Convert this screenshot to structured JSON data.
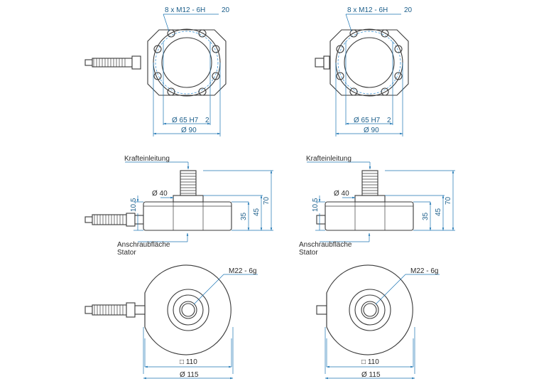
{
  "top_views": {
    "thread_label": "8 x M12 - 6H",
    "thread_depth": "20",
    "pilot_label": "Ø 65 H7",
    "pilot_depth": "2",
    "outer_diameter_label": "Ø 90"
  },
  "side_views": {
    "force_label": "Krafteinleitung",
    "stud_diameter_label": "Ø 40",
    "height_top_label": "10.5",
    "height_35": "35",
    "height_45": "45",
    "height_70": "70",
    "mount_label_line1": "Anschraubfläche",
    "mount_label_line2": "Stator"
  },
  "bottom_views": {
    "thread_label": "M22 - 6g",
    "square_label": "□ 110",
    "diameter_label": "Ø 115"
  },
  "colors": {
    "dimension": "#1b74b3",
    "outline": "#3a3a3a"
  }
}
